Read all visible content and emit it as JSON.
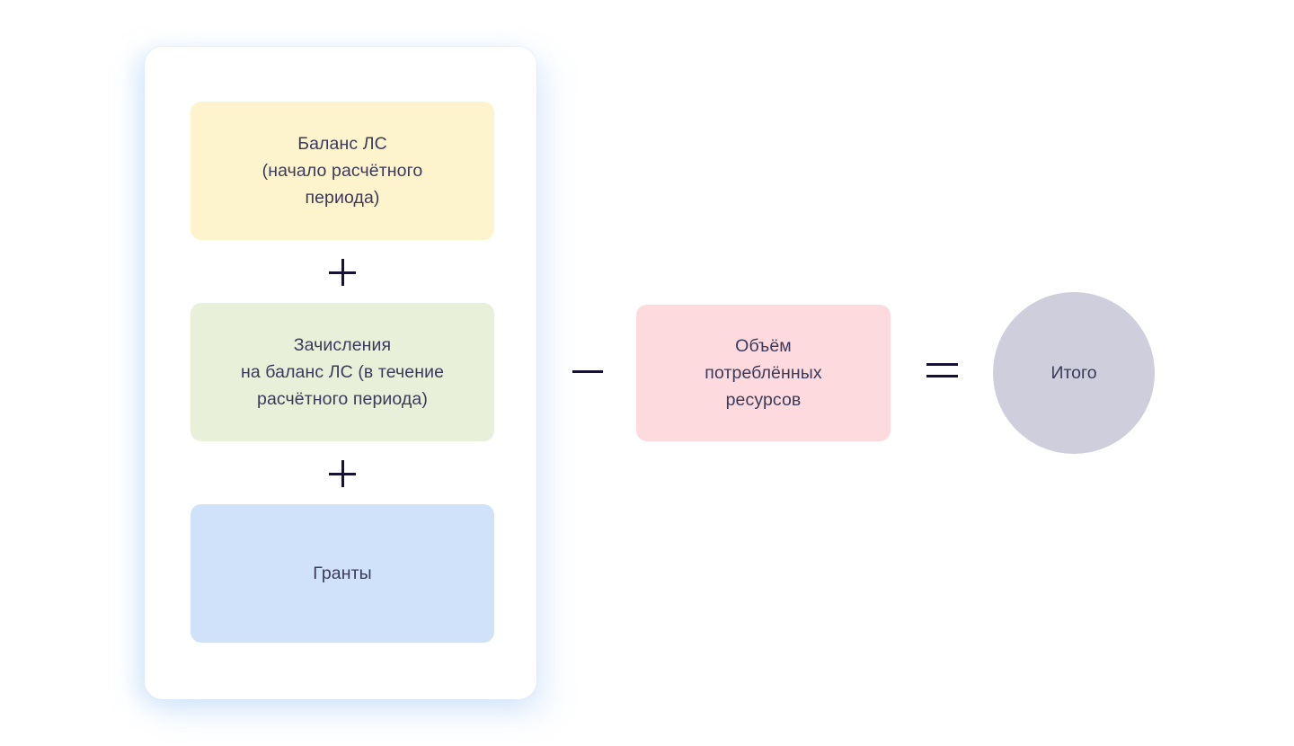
{
  "diagram": {
    "type": "formula-flow",
    "background_color": "#ffffff",
    "text_color": "#3b3a5a",
    "operator_color": "#161233",
    "panel": {
      "name": "additive-terms-panel",
      "background_color": "#ffffff"
    },
    "terms": [
      {
        "id": "balance",
        "label": "Баланс ЛС\n(начало расчётного\nпериода)",
        "color": "#fdf3cd",
        "shape": "rounded-rectangle"
      },
      {
        "id": "credits",
        "label": "Зачисления\nна баланс ЛС (в течение\nрасчётного периода)",
        "color": "#e9f0d9",
        "shape": "rounded-rectangle"
      },
      {
        "id": "grants",
        "label": "Гранты",
        "color": "#cfe2fa",
        "shape": "rounded-rectangle"
      }
    ],
    "subtrahend": {
      "id": "consumed",
      "label": "Объём\nпотреблённых\nресурсов",
      "color": "#fcdade",
      "shape": "rounded-rectangle"
    },
    "result": {
      "id": "total",
      "label": "Итого",
      "color": "#cecedc",
      "shape": "circle"
    },
    "operators": {
      "plus_1": "+",
      "plus_2": "+",
      "minus": "−",
      "equals": "="
    }
  }
}
